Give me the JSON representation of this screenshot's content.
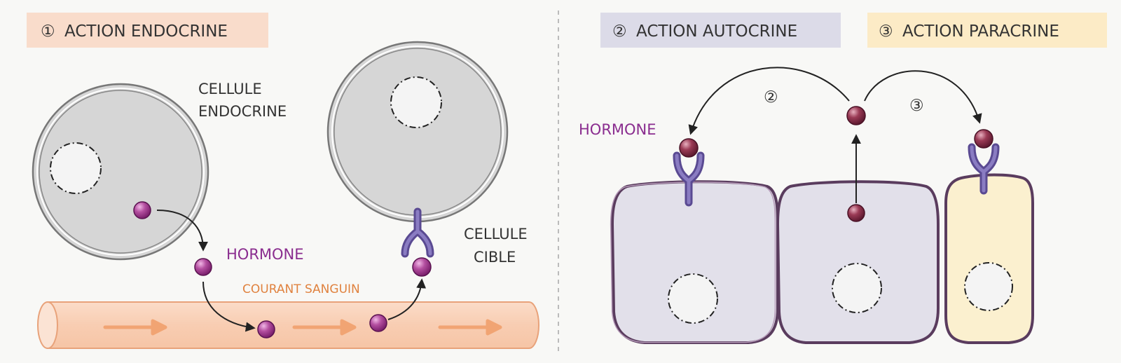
{
  "sections": {
    "endocrine": {
      "title": "ACTION ENDOCRINE",
      "number": "①"
    },
    "autocrine": {
      "title": "ACTION AUTOCRINE",
      "number": "②"
    },
    "paracrine": {
      "title": "ACTION PARACRINE",
      "number": "③"
    }
  },
  "labels": {
    "cellule_endocrine_line1": "CELLULE",
    "cellule_endocrine_line2": "ENDOCRINE",
    "cellule_cible_line1": "CELLULE",
    "cellule_cible_line2": "CIBLE",
    "hormone_left": "HORMONE",
    "hormone_right": "HORMONE",
    "courant_sanguin": "COURANT SANGUIN",
    "arrow_autocrine_number": "②",
    "arrow_paracrine_number": "③"
  },
  "colors": {
    "endocrine_badge": "#f9dccb",
    "autocrine_badge": "#dcdbe8",
    "paracrine_badge": "#fcebc6",
    "hormone": "#a33c8e",
    "receptor": "#6f5ea8",
    "vessel": "#f9d2b8",
    "vessel_arrow": "#f0a878",
    "cell_grey": "#d8d8d8",
    "cell_lilac": "#e1dfea",
    "cell_cream": "#fbf0cf"
  }
}
